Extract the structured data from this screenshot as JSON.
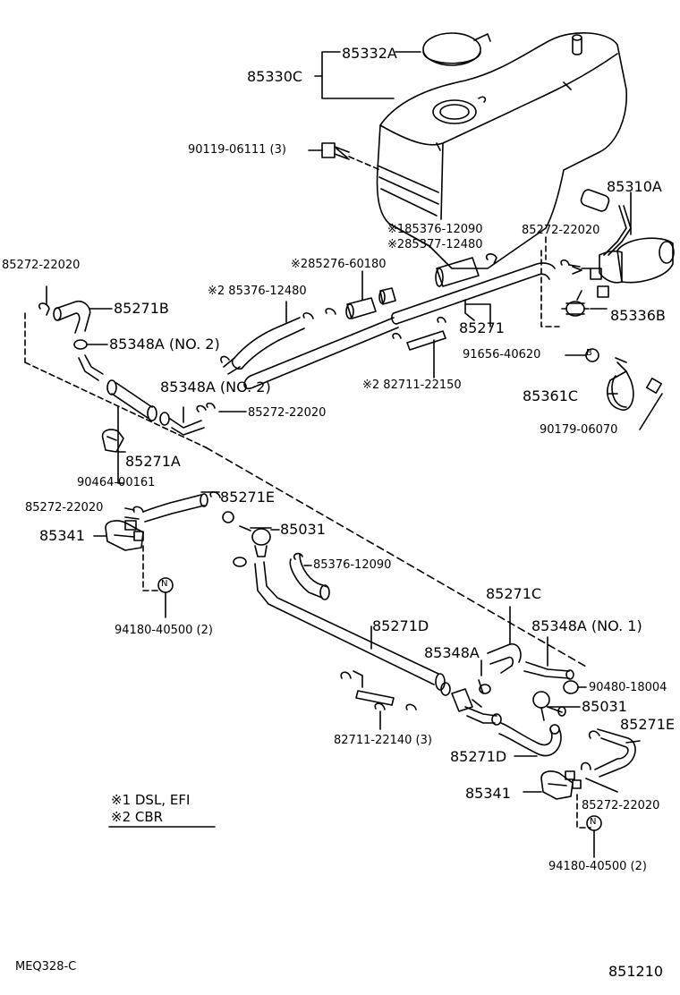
{
  "labels": {
    "p85332A": "85332A",
    "p85330C": "85330C",
    "p90119": "90119-06111 (3)",
    "p85310A": "85310A",
    "p85272_top_r": "85272-22020",
    "p85376_12090_top": "※185376-12090",
    "p85377": "※285377-12480",
    "p85276": "※285276-60180",
    "p85376_12480": "※2 85376-12480",
    "p85272_left": "85272-22020",
    "p85271B": "85271B",
    "p85348A_no2_a": "85348A (NO. 2)",
    "p85271": "85271",
    "p85336B": "85336B",
    "p91656": "91656-40620",
    "p82711_22150": "※2 82711-22150",
    "p85348A_no2_b": "85348A (NO. 2)",
    "p85272_mid": "85272-22020",
    "p85361C": "85361C",
    "p90179": "90179-06070",
    "p85271A": "85271A",
    "p90464": "90464-00161",
    "p85271E_a": "85271E",
    "p85272_lower_left": "85272-22020",
    "p85341_a": "85341",
    "p85031_a": "85031",
    "p85376_12090_mid": "85376-12090",
    "p94180_a": "94180-40500 (2)",
    "p85271C": "85271C",
    "p85271D_a": "85271D",
    "p85348A_no1": "85348A (NO. 1)",
    "p85348A": "85348A",
    "p90480": "90480-18004",
    "p85031_b": "85031",
    "p82711_22140": "82711-22140 (3)",
    "p85271E_b": "85271E",
    "p85271D_b": "85271D",
    "p85341_b": "85341",
    "p85272_lower_right": "85272-22020",
    "p94180_b": "94180-40500 (2)"
  },
  "legend": {
    "note1": "※1  DSL, EFI",
    "note2": "※2  CBR"
  },
  "symbols": {
    "washer_b": "B",
    "nut_n_a": "N",
    "nut_n_b": "N"
  },
  "footer": {
    "diagram_code": "MEQ328-C",
    "page_code": "851210"
  }
}
